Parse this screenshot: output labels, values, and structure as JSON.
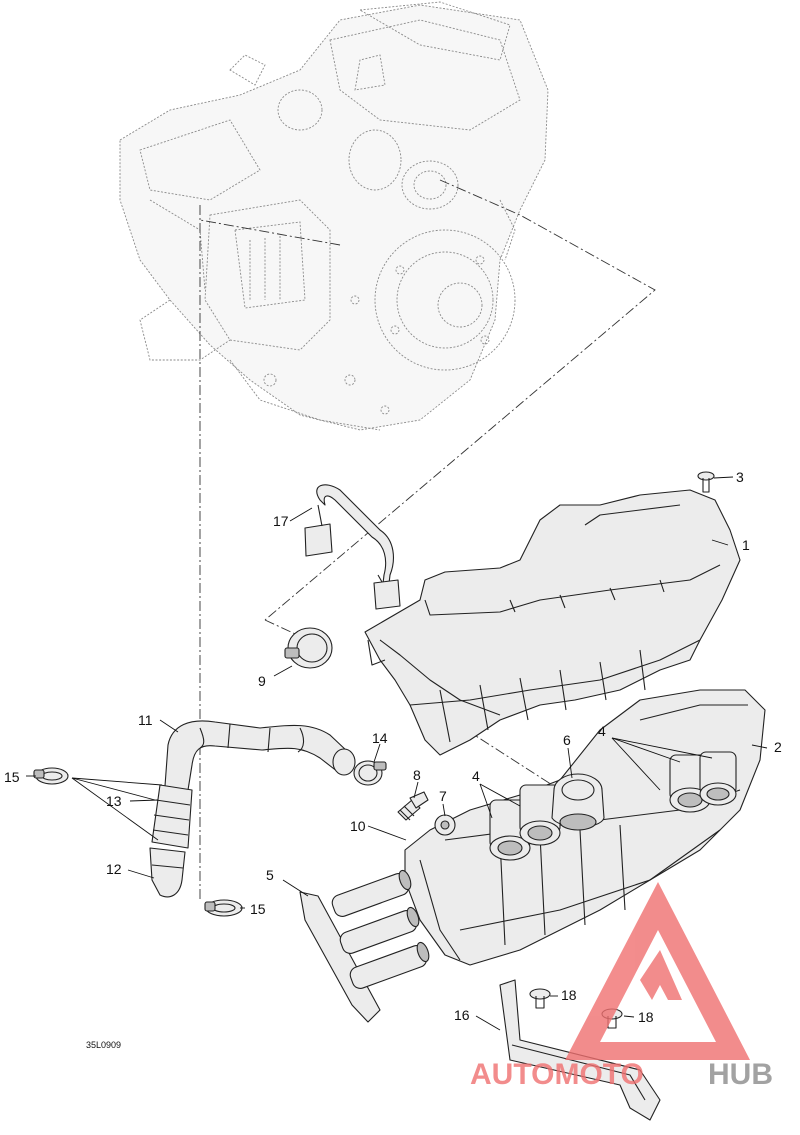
{
  "diagram": {
    "drawing_code": "35L0909",
    "callouts": [
      {
        "id": "c1",
        "label": "1"
      },
      {
        "id": "c2",
        "label": "2"
      },
      {
        "id": "c3",
        "label": "3"
      },
      {
        "id": "c4a",
        "label": "4"
      },
      {
        "id": "c4b",
        "label": "4"
      },
      {
        "id": "c5",
        "label": "5"
      },
      {
        "id": "c6",
        "label": "6"
      },
      {
        "id": "c7",
        "label": "7"
      },
      {
        "id": "c8",
        "label": "8"
      },
      {
        "id": "c9",
        "label": "9"
      },
      {
        "id": "c10",
        "label": "10"
      },
      {
        "id": "c11",
        "label": "11"
      },
      {
        "id": "c12",
        "label": "12"
      },
      {
        "id": "c13",
        "label": "13"
      },
      {
        "id": "c14",
        "label": "14"
      },
      {
        "id": "c15a",
        "label": "15"
      },
      {
        "id": "c15b",
        "label": "15"
      },
      {
        "id": "c16",
        "label": "16"
      },
      {
        "id": "c17",
        "label": "17"
      },
      {
        "id": "c18a",
        "label": "18"
      },
      {
        "id": "c18b",
        "label": "18"
      }
    ]
  },
  "watermark": {
    "text_part1": "AUTOMOTO",
    "text_part2": "HUB",
    "color_primary": "#f07070",
    "color_secondary": "#8c8c8c"
  }
}
